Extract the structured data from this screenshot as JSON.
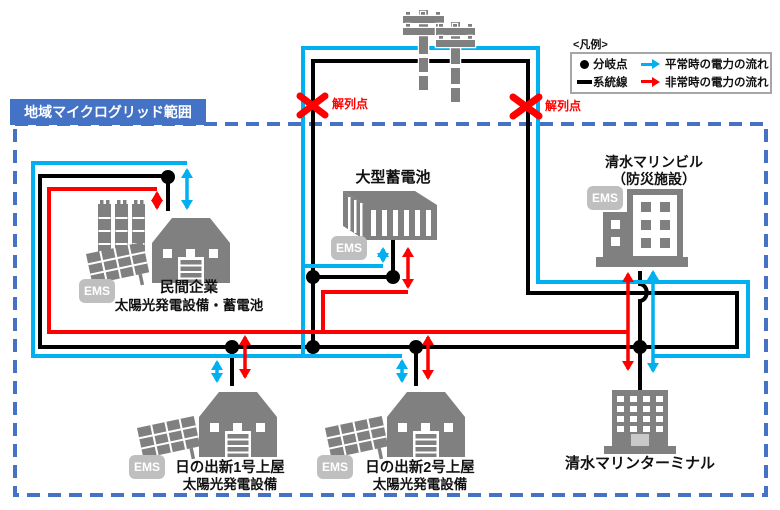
{
  "title": "地域マイクログリッド範囲",
  "legend": {
    "title": "<凡例>",
    "items": [
      {
        "symbol": "branch-dot",
        "label": "分岐点"
      },
      {
        "symbol": "grid-line",
        "label": "系統線"
      },
      {
        "symbol": "normal-flow-arrow",
        "label": "平常時の電力の流れ"
      },
      {
        "symbol": "emergency-flow-arrow",
        "label": "非常時の電力の流れ"
      }
    ]
  },
  "disconnection_label": "解列点",
  "ems_label": "EMS",
  "facilities": {
    "private_company": {
      "name": "民間企業",
      "desc": "太陽光発電設備・蓄電池"
    },
    "large_battery": {
      "name": "大型蓄電池"
    },
    "marine_building": {
      "name": "清水マリンビル",
      "desc": "（防災施設）"
    },
    "hinode_1": {
      "name": "日の出新1号上屋",
      "desc": "太陽光発電設備"
    },
    "hinode_2": {
      "name": "日の出新2号上屋",
      "desc": "太陽光発電設備"
    },
    "marine_terminal": {
      "name": "清水マリンターミナル"
    }
  },
  "colors": {
    "normal_flow": "#00b0f0",
    "emergency_flow": "#ff0000",
    "grid_line": "#000000",
    "boundary_blue": "#4472c4",
    "icon_gray": "#808080",
    "ems_gray": "#bfbfbf"
  }
}
